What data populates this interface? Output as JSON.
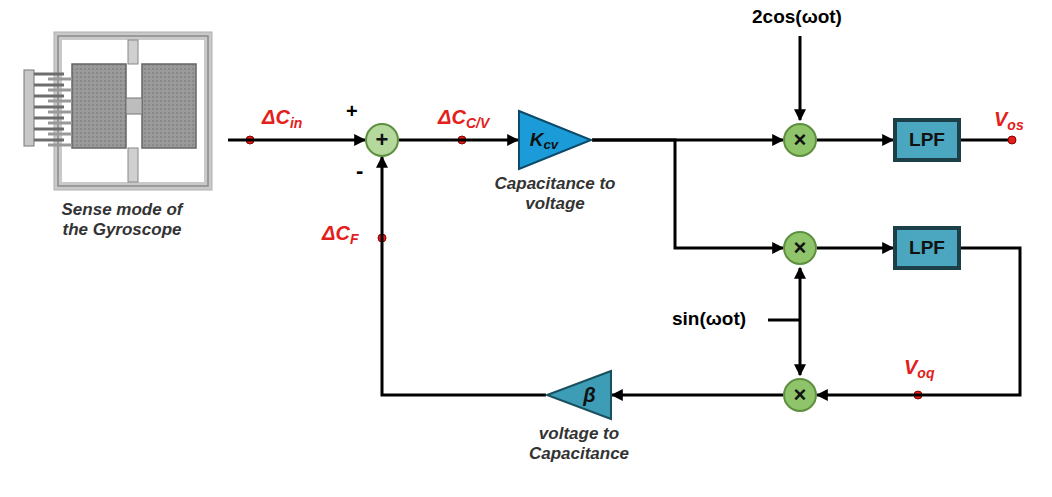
{
  "diagram": {
    "nodes": [
      {
        "text": [
          "Sense mode of the Gyroscope"
        ]
      },
      {
        "text": [
          "+"
        ]
      },
      {
        "text": [
          "Kcv",
          "Capacitance to voltage"
        ]
      },
      {
        "text": [
          "×"
        ]
      },
      {
        "text": [
          "LPF"
        ]
      },
      {
        "text": [
          "×"
        ]
      },
      {
        "text": [
          "LPF"
        ]
      },
      {
        "text": [
          "×"
        ]
      },
      {
        "text": [
          "β",
          "voltage to Capacitance"
        ]
      }
    ],
    "edges": [
      {
        "from": 0,
        "to": 1,
        "label": "ΔCin",
        "arrow": "to"
      },
      {
        "from": 1,
        "to": 2,
        "label": "ΔCC/V",
        "arrow": "to"
      },
      {
        "from": 2,
        "to": 3,
        "arrow": "to"
      },
      {
        "from": 2,
        "to": 5,
        "arrow": "to"
      },
      {
        "from": 3,
        "to": 4,
        "arrow": "to"
      },
      {
        "from": 5,
        "to": 6,
        "arrow": "to"
      },
      {
        "from": 6,
        "to": 7,
        "label": "Voq",
        "arrow": "to"
      },
      {
        "from": 7,
        "to": 8,
        "arrow": "to"
      },
      {
        "from": 8,
        "to": 1,
        "label": "ΔCF",
        "arrow": "to"
      }
    ],
    "labels": [
      "+",
      "-",
      "2cos(ωot)",
      "sin(ωot)",
      "Vos"
    ]
  }
}
